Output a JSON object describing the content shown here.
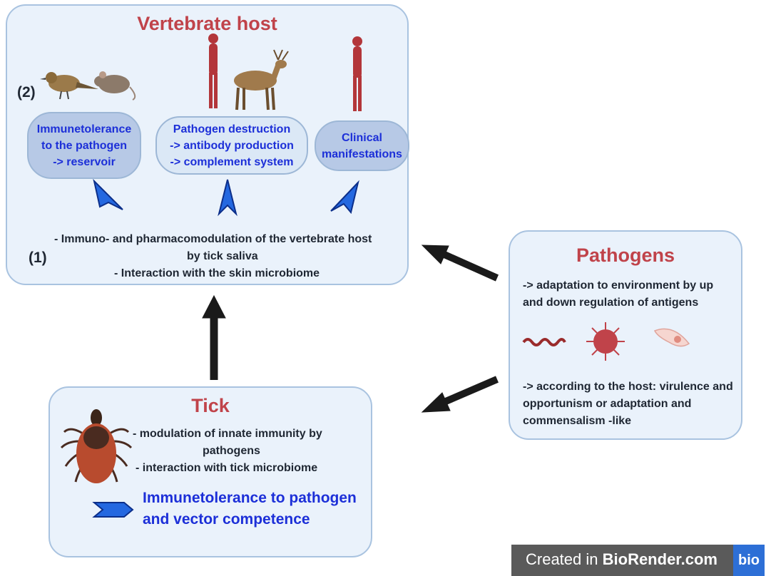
{
  "vertebrate_host": {
    "title": "Vertebrate host",
    "pill_reservoir": "Immunetolerance\nto the pathogen\n-> reservoir",
    "pill_destruction": "Pathogen destruction\n-> antibody production\n-> complement system",
    "pill_clinical": "Clinical\nmanifestations",
    "label_2": "(2)",
    "label_1": "(1)",
    "line1": "- Immuno- and pharmacomodulation of the vertebrate host",
    "line2": "by tick saliva",
    "line3": "- Interaction with the skin microbiome"
  },
  "pathogens": {
    "title": "Pathogens",
    "text1": "-> adaptation to environment by up and down regulation of antigens",
    "text2": "-> according to the host: virulence and opportunism or adaptation and commensalism -like"
  },
  "tick": {
    "title": "Tick",
    "line1": "- modulation of innate immunity by",
    "line2": "pathogens",
    "line3": "- interaction with tick microbiome",
    "highlight": "Immunetolerance to pathogen and vector competence"
  },
  "badge": {
    "prefix": "Created in ",
    "brand": "BioRender.com",
    "logo": "bio"
  },
  "colors": {
    "box_fill": "#eaf2fb",
    "box_border": "#a9c3e0",
    "title_red": "#c0434a",
    "highlight_blue": "#1c2fd8",
    "chevron_blue": "#2468e0"
  }
}
